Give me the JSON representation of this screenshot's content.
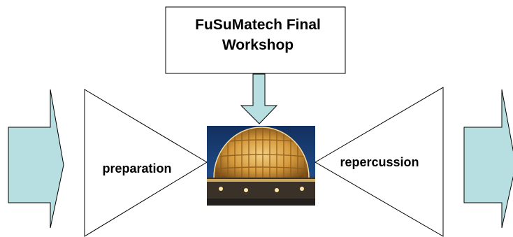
{
  "title_box": {
    "line1": "FuSuMatech Final",
    "line2": "Workshop"
  },
  "left_funnel": {
    "label": "preparation"
  },
  "right_funnel": {
    "label": "repercussion"
  },
  "center_image": {
    "subject": "illuminated-dome-globe"
  },
  "colors": {
    "arrow_fill": "#b7dfe1",
    "outline": "#000000",
    "background": "#ffffff",
    "dome_gold": "#d69a3c",
    "sky_blue": "#1b3e73"
  }
}
